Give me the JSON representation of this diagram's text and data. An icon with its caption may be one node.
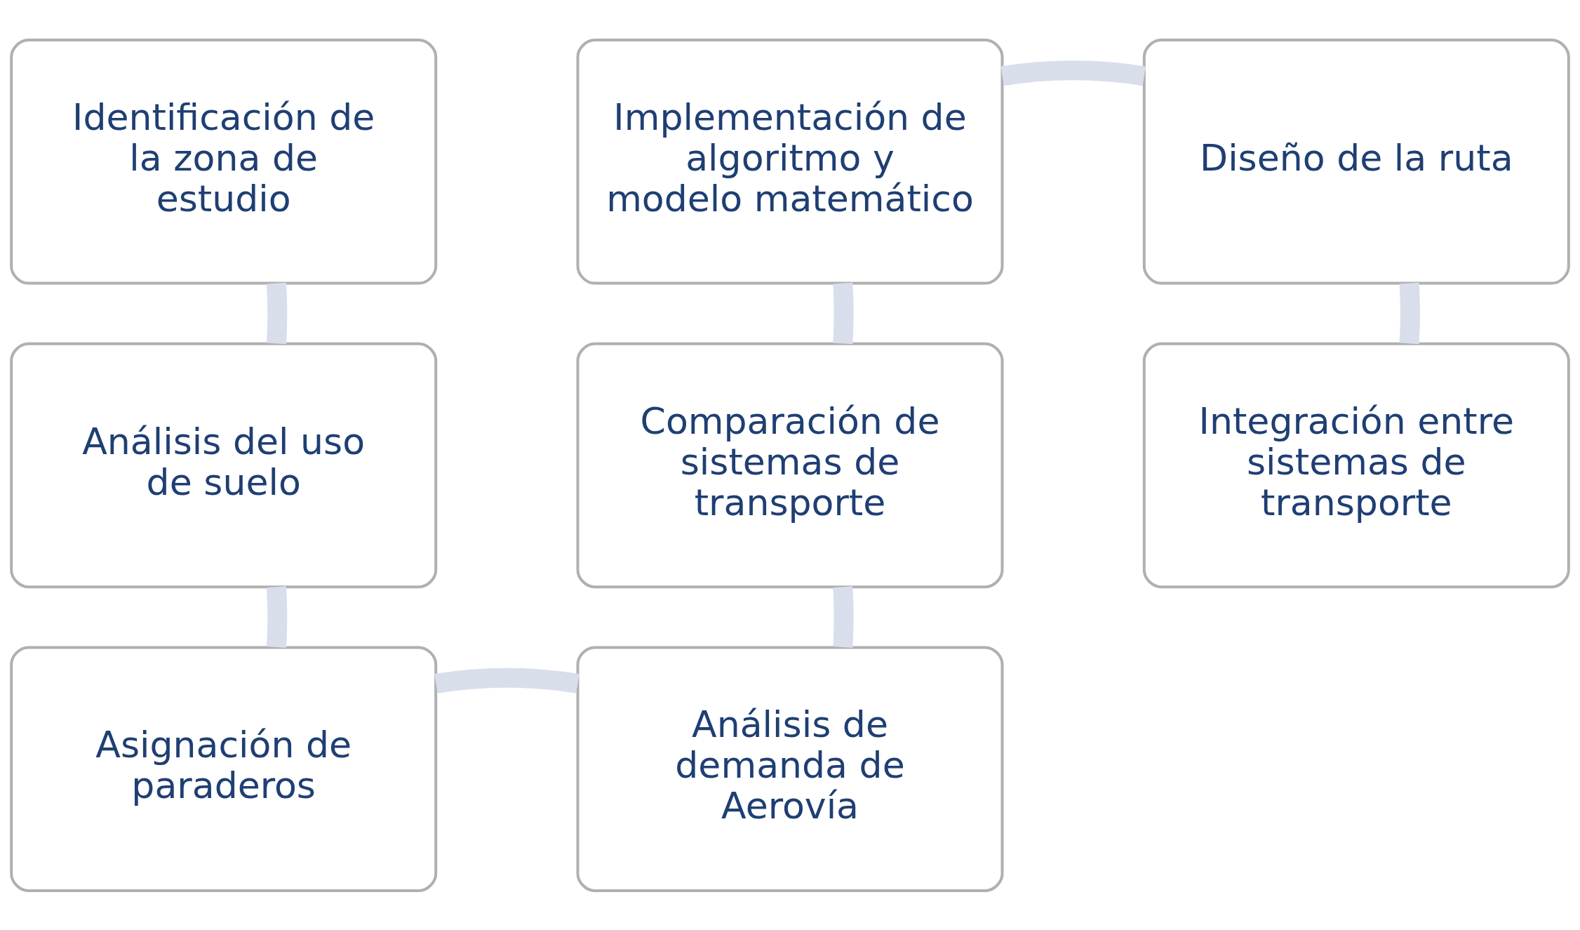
{
  "diagram": {
    "nodes": [
      {
        "text": [
          "Identificación de la zona de estudio"
        ]
      },
      {
        "text": [
          "Análisis del uso de suelo"
        ]
      },
      {
        "text": [
          "Asignación de paraderos"
        ]
      },
      {
        "text": [
          "Análisis de demanda de Aerovía"
        ]
      },
      {
        "text": [
          "Comparación de sistemas de transporte"
        ]
      },
      {
        "text": [
          "Implementación de algoritmo y modelo matemático"
        ]
      },
      {
        "text": [
          "Diseño de la ruta"
        ]
      },
      {
        "text": [
          "Integración entre sistemas de transporte"
        ]
      }
    ],
    "edges": [
      {
        "from": 0,
        "to": 1,
        "arrow": "none"
      },
      {
        "from": 1,
        "to": 2,
        "arrow": "none"
      },
      {
        "from": 2,
        "to": 3,
        "arrow": "none"
      },
      {
        "from": 3,
        "to": 4,
        "arrow": "none"
      },
      {
        "from": 4,
        "to": 5,
        "arrow": "none"
      },
      {
        "from": 5,
        "to": 6,
        "arrow": "none"
      },
      {
        "from": 6,
        "to": 7,
        "arrow": "none"
      }
    ]
  }
}
